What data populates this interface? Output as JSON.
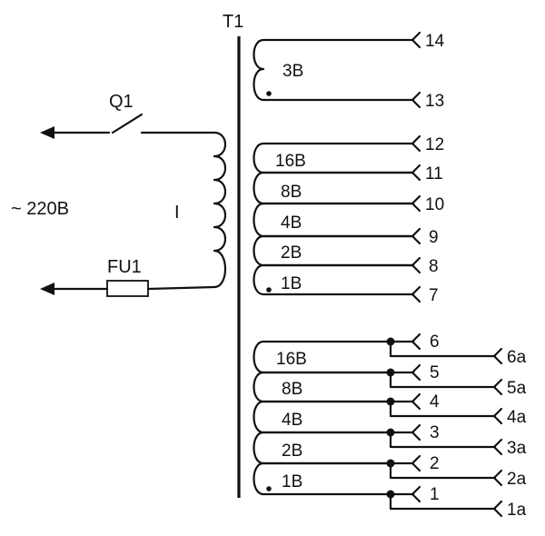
{
  "transformer": {
    "label": "T1"
  },
  "switch": {
    "label": "Q1"
  },
  "fuse": {
    "label": "FU1"
  },
  "supply": {
    "label": "~ 220В"
  },
  "primary": {
    "label": "I"
  },
  "winding_top": {
    "voltage": "3В",
    "pin_top": "14",
    "pin_bottom": "13"
  },
  "winding_mid": {
    "voltages": [
      "16В",
      "8В",
      "4В",
      "2В",
      "1В"
    ],
    "pins": [
      "12",
      "11",
      "10",
      "9",
      "8",
      "7"
    ]
  },
  "winding_bot": {
    "voltages": [
      "16В",
      "8В",
      "4В",
      "2В",
      "1В"
    ],
    "pins": [
      "6",
      "5",
      "4",
      "3",
      "2",
      "1"
    ],
    "pins_alt": [
      "6а",
      "5а",
      "4а",
      "3а",
      "2а",
      "1а"
    ]
  }
}
